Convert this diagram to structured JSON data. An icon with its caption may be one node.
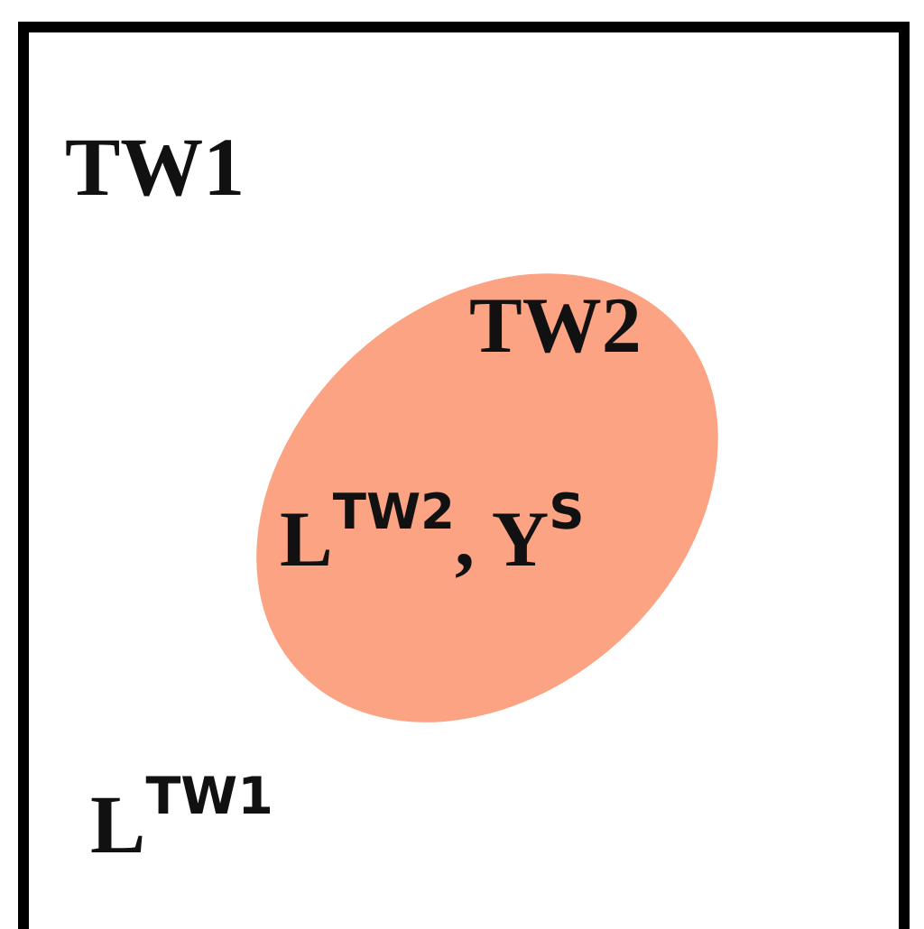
{
  "diagram": {
    "nodes": [
      {
        "text": [
          "TW1",
          "L$^{TW1}$"
        ]
      },
      {
        "text": [
          "TW2",
          "L$^{TW2}$, Y$^{S}$"
        ],
        "in": 0
      }
    ]
  }
}
